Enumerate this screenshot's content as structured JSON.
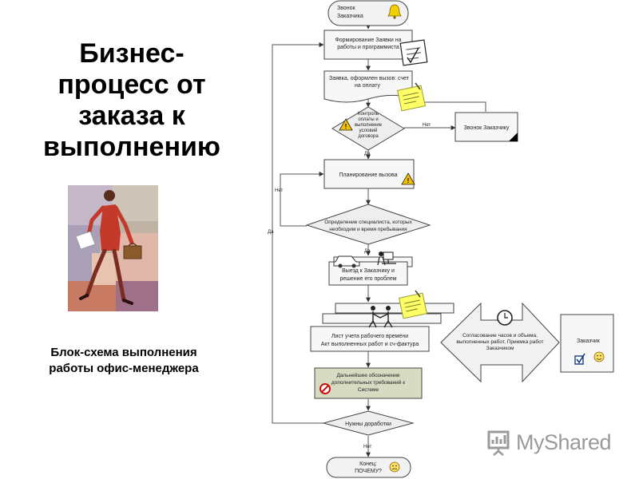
{
  "slide": {
    "title_lines": [
      "Бизнес-",
      "процесс от",
      "заказа к",
      "выполнению"
    ],
    "subtitle_lines": [
      "Блок-схема выполнения",
      "работы офис-менеджера"
    ]
  },
  "flow": {
    "start": [
      "Звонок",
      "Заказчика"
    ],
    "step1": [
      "Формирование Заявки на",
      "работы и программиста"
    ],
    "doc1": [
      "Заявка, оформлен вызов: счет",
      "на оплату"
    ],
    "decision1": [
      "Контроль",
      "оплаты и",
      "выполнение",
      "условий",
      "договора"
    ],
    "call_customer": "Звонок Заказчику",
    "planning": "Планирование вызова",
    "decision2": [
      "Определение специалиста, которых",
      "необходим и время пребывания"
    ],
    "trip": [
      "Выезд к Заказчику и",
      "решение  его проблем"
    ],
    "worksheet": [
      "Лист учета рабочего времени",
      "Акт выполненных работ и сч-фактура"
    ],
    "agreement": [
      "Согласование часов и объема,",
      "выполненных работ, Приемка работ",
      "Заказчиком"
    ],
    "customer": "Заказчик",
    "further": [
      "Дальнейшее обозначение",
      "дополнительных требований к",
      "Системе"
    ],
    "decision3": "Нужны доработки",
    "end": [
      "Конец:",
      "ПОЧЕМУ?"
    ],
    "labels": {
      "no": "Нет",
      "yes": "Да"
    }
  },
  "watermark": {
    "text": "MyShared"
  }
}
